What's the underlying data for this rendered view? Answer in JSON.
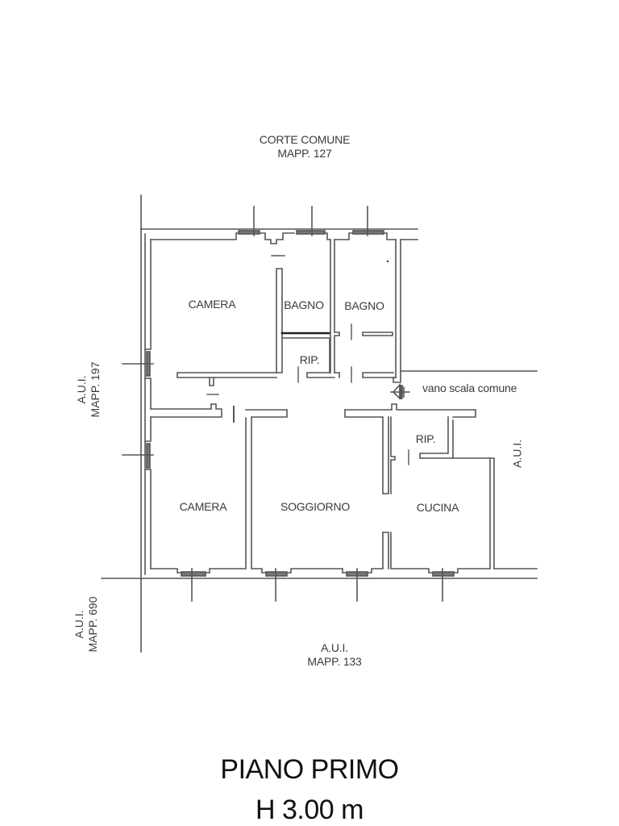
{
  "drawing": {
    "title": "PIANO PRIMO",
    "height_label": "H 3.00 m",
    "line_color": "#555555",
    "text_color": "#3a3a3a"
  },
  "surroundings": {
    "north": {
      "line1": "CORTE COMUNE",
      "line2": "MAPP. 127"
    },
    "west": {
      "line1": "A.U.I.",
      "line2": "MAPP. 197"
    },
    "southwest": {
      "line1": "A.U.I.",
      "line2": "MAPP. 690"
    },
    "south": {
      "line1": "A.U.I.",
      "line2": "MAPP. 133"
    },
    "east": {
      "line1": "A.U.I."
    },
    "stair": {
      "label": "vano scala comune"
    }
  },
  "rooms": [
    {
      "id": "camera-1",
      "label": "CAMERA"
    },
    {
      "id": "bagno-1",
      "label": "BAGNO"
    },
    {
      "id": "bagno-2",
      "label": "BAGNO"
    },
    {
      "id": "rip-1",
      "label": "RIP."
    },
    {
      "id": "camera-2",
      "label": "CAMERA"
    },
    {
      "id": "soggiorno",
      "label": "SOGGIORNO"
    },
    {
      "id": "rip-2",
      "label": "RIP."
    },
    {
      "id": "cucina",
      "label": "CUCINA"
    }
  ]
}
